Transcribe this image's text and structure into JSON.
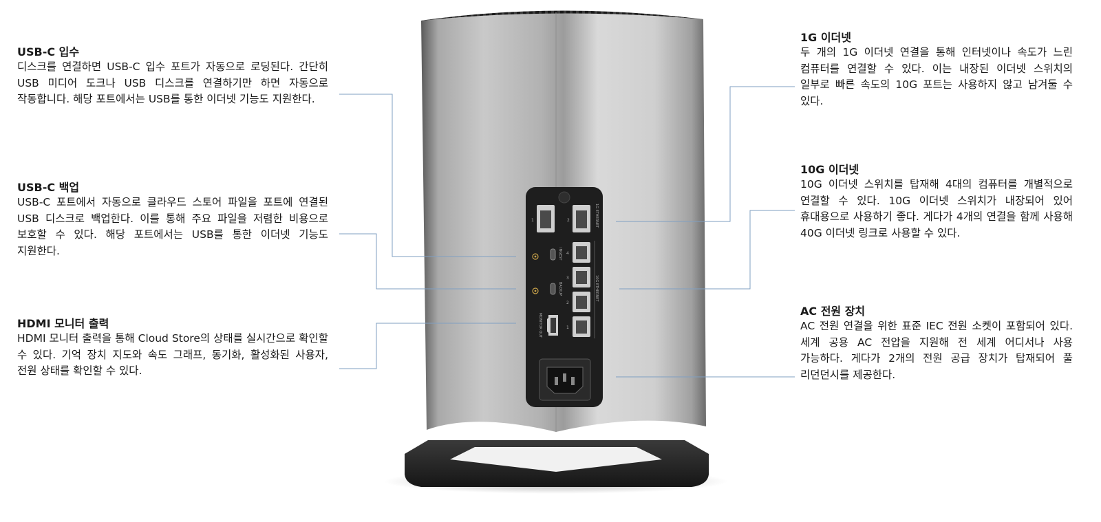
{
  "callouts": {
    "usbc_ingest": {
      "title": "USB-C 입수",
      "text": "디스크를 연결하면 USB-C 입수 포트가 자동으로 로딩된다. 간단히 USB 미디어 도크나 USB 디스크를 연결하기만 하면 자동으로 작동합니다. 해당 포트에서는 USB를 통한 이더넷 기능도 지원한다."
    },
    "usbc_backup": {
      "title": "USB-C 백업",
      "text": "USB-C 포트에서 자동으로 클라우드 스토어 파일을 포트에 연결된 USB 디스크로 백업한다. 이를 통해 주요 파일을 저렴한 비용으로 보호할 수 있다. 해당 포트에서는 USB를 통한 이더넷 기능도 지원한다."
    },
    "hdmi": {
      "title": "HDMI 모니터 출력",
      "text": "HDMI 모니터 출력을 통해 Cloud Store의 상태를 실시간으로 확인할 수 있다. 기억 장치 지도와 속도 그래프, 동기화, 활성화된 사용자, 전원 상태를 확인할 수 있다."
    },
    "eth_1g": {
      "title": "1G 이더넷",
      "text": "두 개의 1G 이더넷 연결을 통해 인터넷이나 속도가 느린 컴퓨터를 연결할 수 있다. 이는 내장된 이더넷 스위치의 일부로 빠른 속도의 10G 포트는 사용하지 않고 남겨둘 수 있다."
    },
    "eth_10g": {
      "title": "10G 이더넷",
      "text": "10G 이더넷 스위치를 탑재해 4대의 컴퓨터를 개별적으로 연결할 수 있다. 10G 이더넷 스위치가 내장되어 있어 휴대용으로 사용하기 좋다. 게다가 4개의 연결을 함께 사용해 40G 이더넷 링크로 사용할 수 있다."
    },
    "ac_power": {
      "title": "AC 전원 장치",
      "text": "AC 전원 연결을 위한 표준 IEC 전원 소켓이 포함되어 있다. 세계 공용 AC 전압을 지원해 전 세계 어디서나 사용 가능하다. 게다가 2개의 전원 공급 장치가 탑재되어 풀 리던던시를 제공한다."
    }
  },
  "panel_labels": {
    "port_1": "1",
    "port_2": "2",
    "eth_1g_label": "1G ETHERNET",
    "eth_10g_label": "10G ETHERNET",
    "eth_10g_4": "4",
    "eth_10g_3": "3",
    "eth_10g_2": "2",
    "eth_10g_1": "1",
    "ingest": "INGEST",
    "backup": "BACKUP",
    "monitor_out": "MONITOR OUT"
  },
  "colors": {
    "leader_line": "#7f9fc2",
    "panel": "#1e1e1e",
    "body_metal": "#bfbfbf"
  },
  "icons": {
    "usb_port": "usb-c-port-icon",
    "ethernet_port": "rj45-port-icon",
    "hdmi_port": "hdmi-port-icon",
    "power_socket": "iec-power-socket-icon"
  }
}
